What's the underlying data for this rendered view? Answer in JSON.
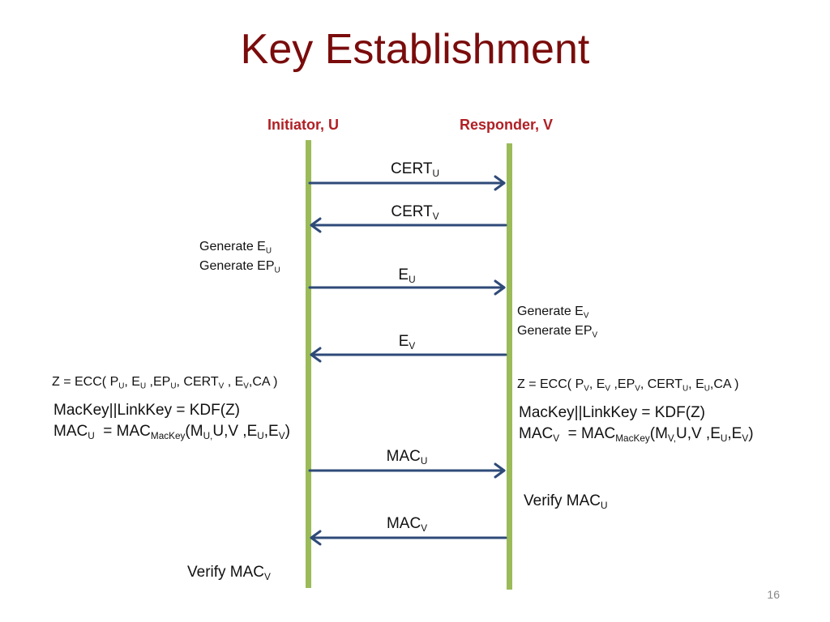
{
  "slide": {
    "title": "Key Establishment",
    "page_number": "16"
  },
  "parties": {
    "initiator": "Initiator, U",
    "responder": "Responder, V"
  },
  "messages": [
    {
      "label": "CERT",
      "sub": "U",
      "direction": "right"
    },
    {
      "label": "CERT",
      "sub": "V",
      "direction": "left"
    },
    {
      "label": "E",
      "sub": "U",
      "direction": "right"
    },
    {
      "label": "E",
      "sub": "V",
      "direction": "left"
    },
    {
      "label": "MAC",
      "sub": "U",
      "direction": "right"
    },
    {
      "label": "MAC",
      "sub": "V",
      "direction": "left"
    }
  ],
  "initiator_steps": {
    "gen_e": {
      "text": "Generate  E",
      "sub": "U"
    },
    "gen_ep": {
      "text": "Generate  EP",
      "sub": "U"
    },
    "z": {
      "pre": "Z = ECC( P",
      "s1": "U",
      "t2": ", E",
      "s2": "U",
      "t3": " ,EP",
      "s3": "U",
      "t4": ", CERT",
      "s4": "V",
      "t5": " , E",
      "s5": "V",
      "t6": ",CA )"
    },
    "kdf": "MacKey||LinkKey = KDF(Z)",
    "mac": {
      "t1": "MAC",
      "s1": "U",
      "t2": "  = MAC",
      "s2": "MacKey",
      "t3": "(M",
      "s3": "U,",
      "t4": "U,V ,E",
      "s4": "U",
      "t5": ",E",
      "s5": "V",
      "t6": ")"
    },
    "verify": {
      "text": "Verify MAC",
      "sub": "V"
    }
  },
  "responder_steps": {
    "gen_e": {
      "text": "Generate  E",
      "sub": "V"
    },
    "gen_ep": {
      "text": "Generate  EP",
      "sub": "V"
    },
    "z": {
      "pre": "Z = ECC( P",
      "s1": "V",
      "t2": ", E",
      "s2": "V",
      "t3": " ,EP",
      "s3": "V",
      "t4": ", CERT",
      "s4": "U",
      "t5": ", E",
      "s5": "U",
      "t6": ",CA )"
    },
    "kdf": "MacKey||LinkKey = KDF(Z)",
    "mac": {
      "t1": "MAC",
      "s1": "V",
      "t2": "  = MAC",
      "s2": "MacKey",
      "t3": "(M",
      "s3": "V,",
      "t4": "U,V ,E",
      "s4": "U",
      "t5": ",E",
      "s5": "V",
      "t6": ")"
    },
    "verify": {
      "text": "Verify MAC",
      "sub": "U"
    }
  },
  "colors": {
    "title": "#7a0c0c",
    "party": "#b01f24",
    "lifeline": "#9bbb59",
    "arrow": "#2e4a78"
  }
}
